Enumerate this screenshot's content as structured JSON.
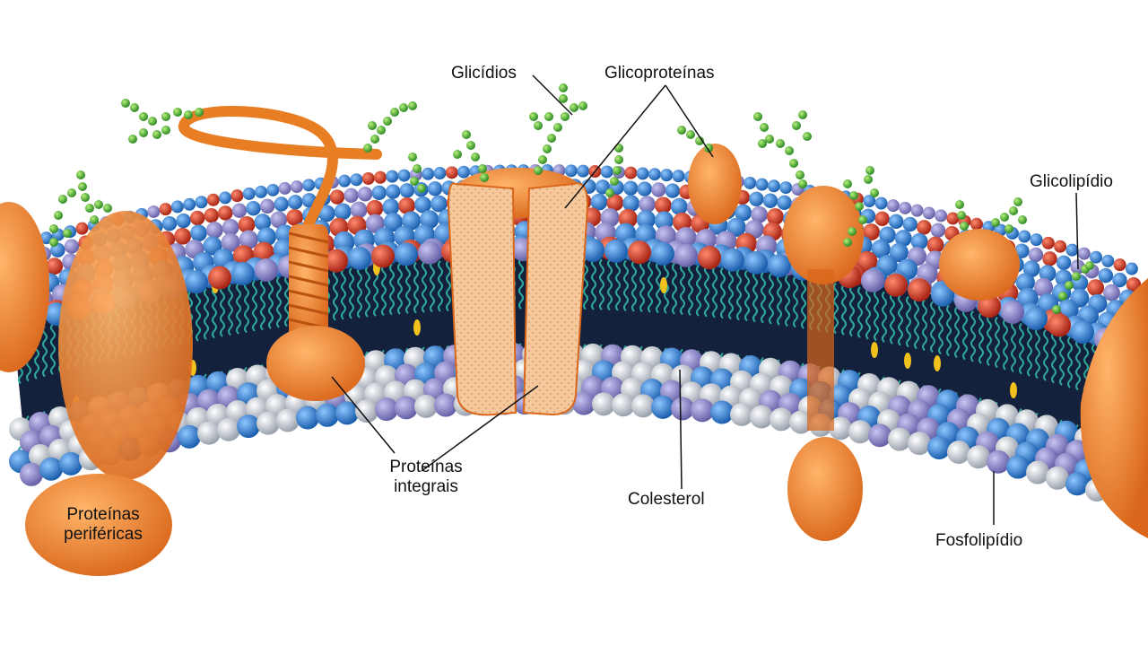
{
  "labels": {
    "glicidios": "Glicídios",
    "glicoproteinas": "Glicoproteínas",
    "glicolipidio": "Glicolipídio",
    "proteinas_integrais_1": "Proteínas",
    "proteinas_integrais_2": "integrais",
    "colesterol": "Colesterol",
    "fosfolipidio": "Fosfolipídio",
    "proteinas_perifericas_1": "Proteínas",
    "proteinas_perifericas_2": "periféricas"
  },
  "colors": {
    "head_blue": "#2a7fd2",
    "head_red": "#d23a26",
    "head_purple": "#8b86c9",
    "head_grey": "#c9ced6",
    "tail": "#2fa89a",
    "core": "#14213d",
    "protein": "#ef8a2e",
    "channel": "#f5c99c",
    "sugar": "#4fb83a",
    "cholesterol": "#f2c21c"
  }
}
